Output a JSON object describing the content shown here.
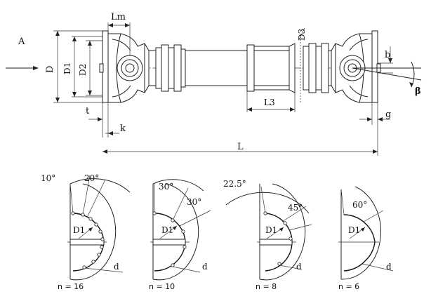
{
  "labels": {
    "A": "A",
    "D": "D",
    "D1": "D1",
    "D2": "D2",
    "D3": "D3",
    "Lm": "Lm",
    "L3": "L3",
    "L": "L",
    "t": "t",
    "k": "k",
    "b": "b",
    "g": "g",
    "beta": "β"
  },
  "flange_views": [
    {
      "count_label": "n = 16",
      "angles": [
        "10°",
        "20°"
      ],
      "pcd_label": "D1",
      "bolt_label": "d"
    },
    {
      "count_label": "n = 10",
      "angles": [
        "30°",
        "30°"
      ],
      "pcd_label": "D1",
      "bolt_label": "d"
    },
    {
      "count_label": "n = 8",
      "angles": [
        "22.5°",
        "45°"
      ],
      "pcd_label": "D1",
      "bolt_label": "d"
    },
    {
      "count_label": "n = 6",
      "angles": [
        "60°"
      ],
      "pcd_label": "D1",
      "bolt_label": "d"
    }
  ]
}
